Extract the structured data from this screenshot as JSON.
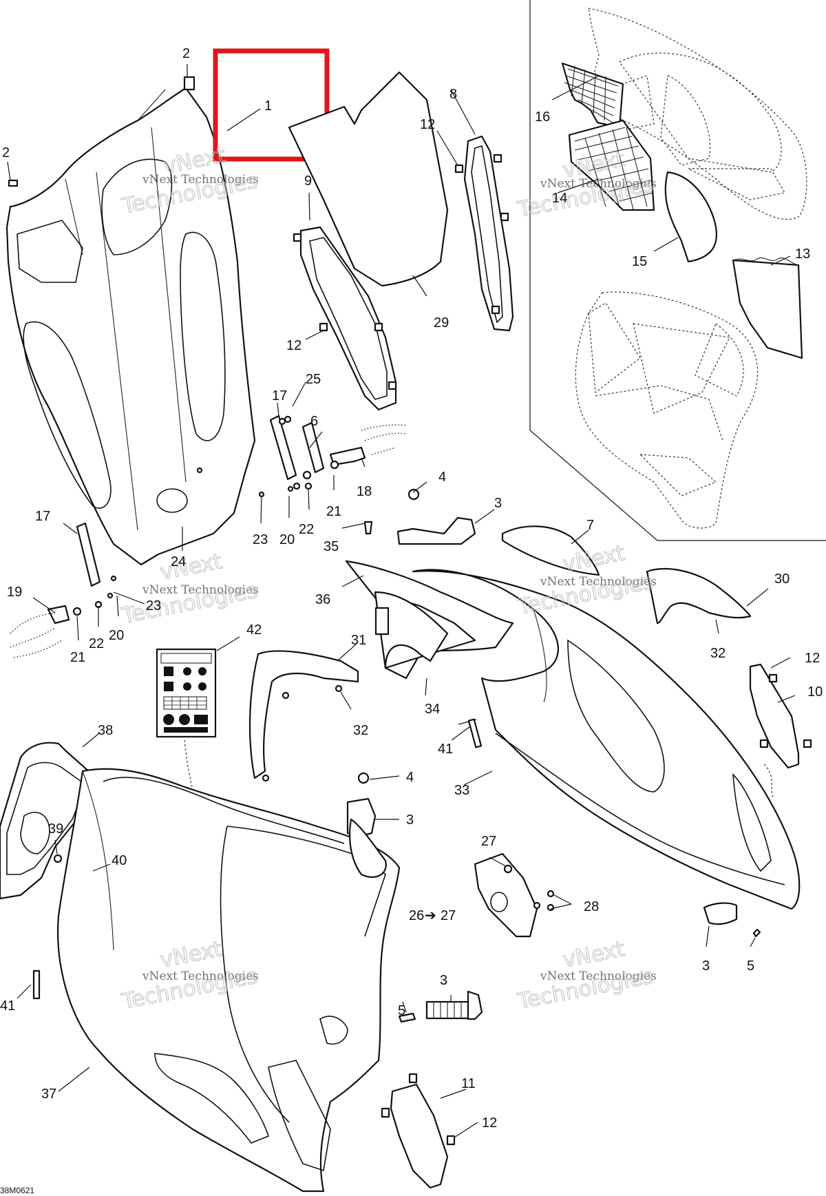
{
  "diagram_code": "38M0621",
  "watermark": {
    "line1": "vNext Technologies",
    "line2": "Technologies",
    "line3": "vNext"
  },
  "highlight_color": "#e0161b",
  "callouts": {
    "c1": "1",
    "c2a": "2",
    "c2b": "2",
    "c3a": "3",
    "c3b": "3",
    "c3c": "3",
    "c3d": "3",
    "c4a": "4",
    "c4b": "4",
    "c5a": "5",
    "c5b": "5",
    "c6": "6",
    "c7": "7",
    "c8": "8",
    "c9": "9",
    "c10": "10",
    "c11": "11",
    "c12a": "12",
    "c12b": "12",
    "c12c": "12",
    "c12d": "12",
    "c13": "13",
    "c14": "14",
    "c15": "15",
    "c16": "16",
    "c17a": "17",
    "c17b": "17",
    "c18": "18",
    "c19": "19",
    "c20a": "20",
    "c20b": "20",
    "c21a": "21",
    "c21b": "21",
    "c22a": "22",
    "c22b": "22",
    "c23a": "23",
    "c23b": "23",
    "c24": "24",
    "c25": "25",
    "c26": "26",
    "c27a": "27",
    "c27b": "27",
    "c28": "28",
    "c29": "29",
    "c30": "30",
    "c31": "31",
    "c32a": "32",
    "c32b": "32",
    "c33": "33",
    "c34": "34",
    "c35": "35",
    "c36": "36",
    "c37": "37",
    "c38": "38",
    "c39": "39",
    "c40": "40",
    "c41a": "41",
    "c41b": "41",
    "c42": "42"
  },
  "arrow_glyph": "➔"
}
